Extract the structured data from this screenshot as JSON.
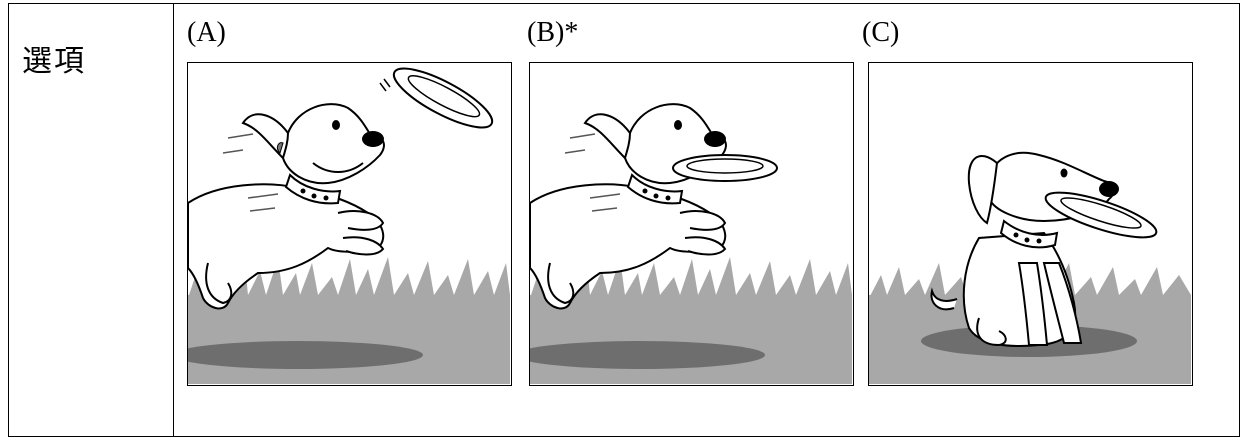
{
  "row": {
    "header": "選項",
    "options": [
      {
        "label": "(A)"
      },
      {
        "label": "(B)*"
      },
      {
        "label": "(C)"
      }
    ]
  }
}
